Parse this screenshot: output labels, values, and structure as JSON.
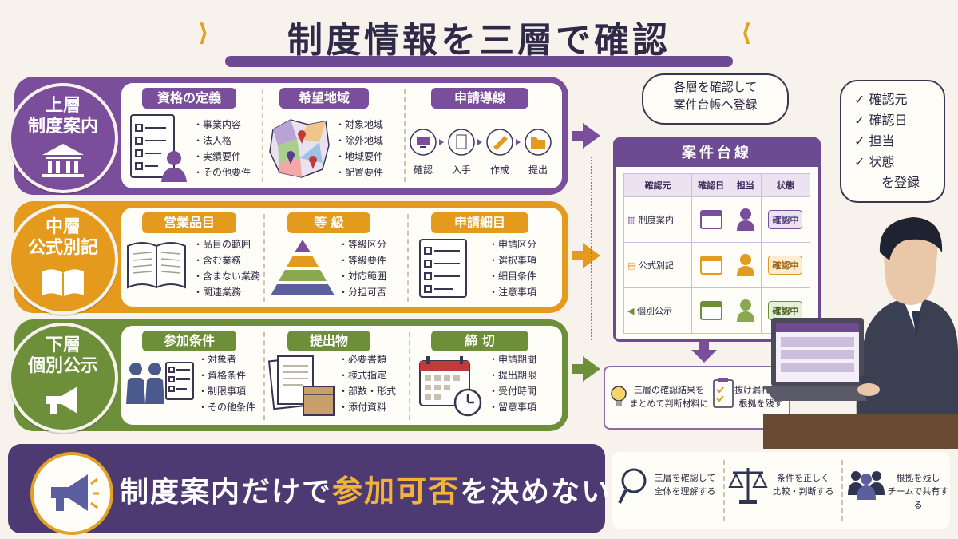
{
  "title": "制度情報を三層で確認",
  "layers": [
    {
      "level": "上層",
      "name": "制度案内",
      "color": "#7b4e9c",
      "sections": [
        {
          "title": "資格の定義",
          "items": [
            "事業内容",
            "法人格",
            "実績要件",
            "その他要件"
          ]
        },
        {
          "title": "希望地域",
          "items": [
            "対象地域",
            "除外地域",
            "地域要件",
            "配置要件"
          ]
        },
        {
          "title": "申請導線",
          "steps": [
            "確認",
            "入手",
            "作成",
            "提出"
          ]
        }
      ]
    },
    {
      "level": "中層",
      "name": "公式別記",
      "color": "#e49a1c",
      "sections": [
        {
          "title": "営業品目",
          "items": [
            "品目の範囲",
            "含む業務",
            "含まない業務",
            "関連業務"
          ]
        },
        {
          "title": "等 級",
          "items": [
            "等級区分",
            "等級要件",
            "対応範囲",
            "分担可否"
          ]
        },
        {
          "title": "申請細目",
          "items": [
            "申請区分",
            "選択事項",
            "細目条件",
            "注意事項"
          ]
        }
      ]
    },
    {
      "level": "下層",
      "name": "個別公示",
      "color": "#6e8f3a",
      "sections": [
        {
          "title": "参加条件",
          "items": [
            "対象者",
            "資格条件",
            "制限事項",
            "その他条件"
          ]
        },
        {
          "title": "提出物",
          "items": [
            "必要書類",
            "様式指定",
            "部数・形式",
            "添付資料"
          ]
        },
        {
          "title": "締 切",
          "items": [
            "申請期間",
            "提出期限",
            "受付時間",
            "留意事項"
          ]
        }
      ]
    }
  ],
  "speech_top": [
    "各層を確認して",
    "案件台帳へ登録"
  ],
  "speech_right": {
    "checks": [
      "確認元",
      "確認日",
      "担当",
      "状態"
    ],
    "tail": "を登録"
  },
  "ledger": {
    "title": "案件台線",
    "headers": [
      "確認元",
      "確認日",
      "担当",
      "状態"
    ],
    "rows": [
      {
        "source": "制度案内",
        "status": "確認中",
        "color": "#7b4e9c"
      },
      {
        "source": "公式別記",
        "status": "確認中",
        "color": "#e49a1c"
      },
      {
        "source": "個別公示",
        "status": "確認中",
        "color": "#6e8f3a"
      }
    ]
  },
  "summary": {
    "left": [
      "三層の確認結果を",
      "まとめて判断材料に"
    ],
    "right": [
      "抜け漏れなく",
      "根拠を残す"
    ]
  },
  "bottom": {
    "slogan_pre": "制度案内だけで",
    "slogan_hl": "参加可否",
    "slogan_post": "を決めない",
    "tips": [
      {
        "lines": [
          "三層を確認して",
          "全体を理解する"
        ]
      },
      {
        "lines": [
          "条件を正しく",
          "比較・判断する"
        ]
      },
      {
        "lines": [
          "根拠を残し",
          "チームで共有する"
        ]
      }
    ]
  }
}
